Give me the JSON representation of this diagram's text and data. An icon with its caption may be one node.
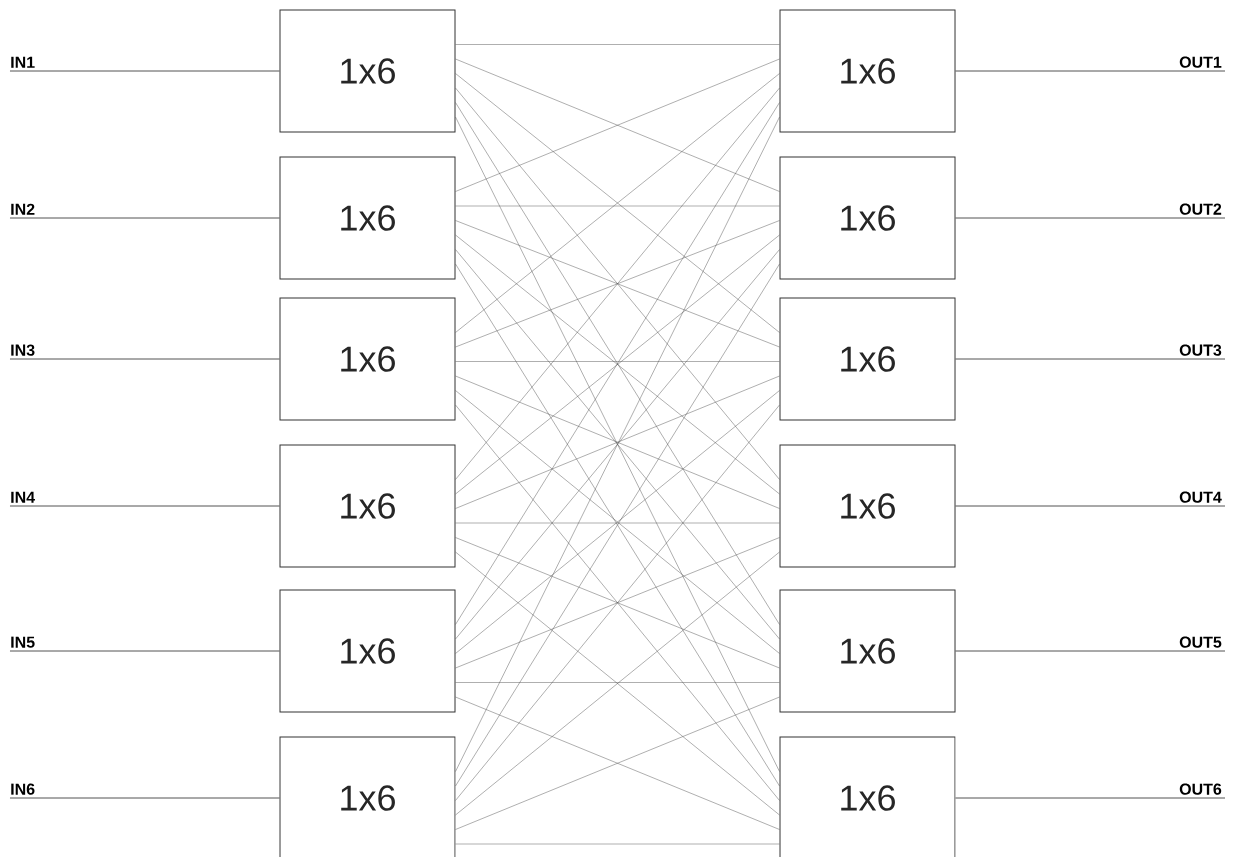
{
  "diagram": {
    "nodes": [
      {
        "text": [
          "IN1"
        ]
      },
      {
        "text": [
          "1x6"
        ]
      },
      {
        "text": [
          "1x6"
        ]
      },
      {
        "text": [
          "OUT1"
        ]
      },
      {
        "text": [
          "IN2"
        ]
      },
      {
        "text": [
          "1x6"
        ]
      },
      {
        "text": [
          "1x6"
        ]
      },
      {
        "text": [
          "OUT2"
        ]
      },
      {
        "text": [
          "IN3"
        ]
      },
      {
        "text": [
          "1x6"
        ]
      },
      {
        "text": [
          "1x6"
        ]
      },
      {
        "text": [
          "OUT3"
        ]
      },
      {
        "text": [
          "IN4"
        ]
      },
      {
        "text": [
          "1x6"
        ]
      },
      {
        "text": [
          "1x6"
        ]
      },
      {
        "text": [
          "OUT4"
        ]
      },
      {
        "text": [
          "IN5"
        ]
      },
      {
        "text": [
          "1x6"
        ]
      },
      {
        "text": [
          "1x6"
        ]
      },
      {
        "text": [
          "OUT5"
        ]
      },
      {
        "text": [
          "IN6"
        ]
      },
      {
        "text": [
          "1x6"
        ]
      },
      {
        "text": [
          "1x6"
        ]
      },
      {
        "text": [
          "OUT6"
        ]
      }
    ],
    "edges": [
      {
        "from": 0,
        "to": 1,
        "arrow": "none"
      },
      {
        "from": 4,
        "to": 5,
        "arrow": "none"
      },
      {
        "from": 8,
        "to": 9,
        "arrow": "none"
      },
      {
        "from": 12,
        "to": 13,
        "arrow": "none"
      },
      {
        "from": 16,
        "to": 17,
        "arrow": "none"
      },
      {
        "from": 20,
        "to": 21,
        "arrow": "none"
      },
      {
        "from": 1,
        "to": 2,
        "arrow": "none"
      },
      {
        "from": 1,
        "to": 6,
        "arrow": "none"
      },
      {
        "from": 1,
        "to": 10,
        "arrow": "none"
      },
      {
        "from": 1,
        "to": 14,
        "arrow": "none"
      },
      {
        "from": 1,
        "to": 18,
        "arrow": "none"
      },
      {
        "from": 1,
        "to": 22,
        "arrow": "none"
      },
      {
        "from": 5,
        "to": 2,
        "arrow": "none"
      },
      {
        "from": 5,
        "to": 6,
        "arrow": "none"
      },
      {
        "from": 5,
        "to": 10,
        "arrow": "none"
      },
      {
        "from": 5,
        "to": 14,
        "arrow": "none"
      },
      {
        "from": 5,
        "to": 18,
        "arrow": "none"
      },
      {
        "from": 5,
        "to": 22,
        "arrow": "none"
      },
      {
        "from": 9,
        "to": 2,
        "arrow": "none"
      },
      {
        "from": 9,
        "to": 6,
        "arrow": "none"
      },
      {
        "from": 9,
        "to": 10,
        "arrow": "none"
      },
      {
        "from": 9,
        "to": 14,
        "arrow": "none"
      },
      {
        "from": 9,
        "to": 18,
        "arrow": "none"
      },
      {
        "from": 9,
        "to": 22,
        "arrow": "none"
      },
      {
        "from": 13,
        "to": 2,
        "arrow": "none"
      },
      {
        "from": 13,
        "to": 6,
        "arrow": "none"
      },
      {
        "from": 13,
        "to": 10,
        "arrow": "none"
      },
      {
        "from": 13,
        "to": 14,
        "arrow": "none"
      },
      {
        "from": 13,
        "to": 18,
        "arrow": "none"
      },
      {
        "from": 13,
        "to": 22,
        "arrow": "none"
      },
      {
        "from": 17,
        "to": 2,
        "arrow": "none"
      },
      {
        "from": 17,
        "to": 6,
        "arrow": "none"
      },
      {
        "from": 17,
        "to": 10,
        "arrow": "none"
      },
      {
        "from": 17,
        "to": 14,
        "arrow": "none"
      },
      {
        "from": 17,
        "to": 18,
        "arrow": "none"
      },
      {
        "from": 17,
        "to": 22,
        "arrow": "none"
      },
      {
        "from": 21,
        "to": 2,
        "arrow": "none"
      },
      {
        "from": 21,
        "to": 6,
        "arrow": "none"
      },
      {
        "from": 21,
        "to": 10,
        "arrow": "none"
      },
      {
        "from": 21,
        "to": 14,
        "arrow": "none"
      },
      {
        "from": 21,
        "to": 18,
        "arrow": "none"
      },
      {
        "from": 21,
        "to": 22,
        "arrow": "none"
      },
      {
        "from": 2,
        "to": 3,
        "arrow": "none"
      },
      {
        "from": 6,
        "to": 7,
        "arrow": "none"
      },
      {
        "from": 10,
        "to": 11,
        "arrow": "none"
      },
      {
        "from": 14,
        "to": 15,
        "arrow": "none"
      },
      {
        "from": 18,
        "to": 19,
        "arrow": "none"
      },
      {
        "from": 22,
        "to": 23,
        "arrow": "none"
      }
    ]
  }
}
